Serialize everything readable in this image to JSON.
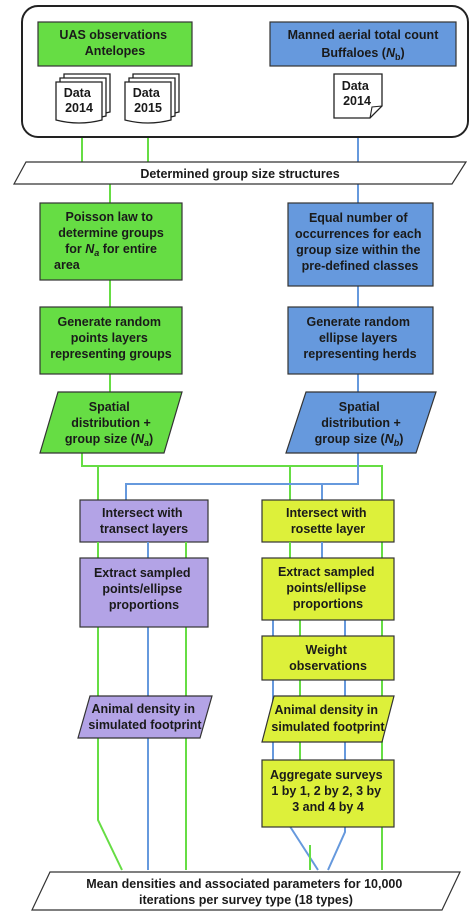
{
  "colors": {
    "green": "#66dd44",
    "blue": "#6699dd",
    "purple": "#b3a3e6",
    "yellow": "#ddf03a",
    "line_green": "#66dd44",
    "line_blue": "#6699dd",
    "border": "#333333"
  },
  "top": {
    "uas": [
      "UAS observations",
      "Antelopes"
    ],
    "manned_line1": "Manned aerial total count",
    "manned_line2_prefix": "Buffaloes (",
    "manned_var": "N",
    "manned_sub": "b",
    "manned_line2_suffix": ")",
    "data_label": "Data",
    "year_2014": "2014",
    "year_2015": "2015"
  },
  "group_size": "Determined group size structures",
  "poisson": {
    "lines": [
      "Poisson law to",
      "determine groups"
    ],
    "line3_prefix": "for ",
    "line3_var": "N",
    "line3_sub": "a",
    "line3_suffix": " for entire",
    "line4": "area"
  },
  "equal": [
    "Equal number of",
    "occurrences for each",
    "group size within the",
    "pre-defined classes"
  ],
  "gen_points": [
    "Generate random",
    "points layers",
    "representing groups"
  ],
  "gen_ellipse": [
    "Generate random",
    "ellipse layers",
    "representing herds"
  ],
  "spatial_left": {
    "lines": [
      "Spatial",
      "distribution +"
    ],
    "line3_prefix": "group size (",
    "var": "N",
    "sub": "a",
    "line3_suffix": ")"
  },
  "spatial_right": {
    "lines": [
      "Spatial",
      "distribution +"
    ],
    "line3_prefix": "group size (",
    "var": "N",
    "sub": "b",
    "line3_suffix": ")"
  },
  "intersect_transect": [
    "Intersect with",
    "transect layers"
  ],
  "intersect_rosette": [
    "Intersect with",
    "rosette layer"
  ],
  "extract_left": [
    "Extract sampled",
    "points/ellipse",
    "proportions"
  ],
  "extract_right": [
    "Extract sampled",
    "points/ellipse",
    "proportions"
  ],
  "weight": [
    "Weight",
    "observations"
  ],
  "density_left": [
    "Animal density in",
    "simulated footprint"
  ],
  "density_right": [
    "Animal density in",
    "simulated footprint"
  ],
  "aggregate": [
    "Aggregate surveys",
    "1 by  1, 2 by 2, 3 by",
    "3 and 4 by 4"
  ],
  "final": [
    "Mean densities and associated parameters for 10,000",
    "iterations per survey type (18 types)"
  ]
}
